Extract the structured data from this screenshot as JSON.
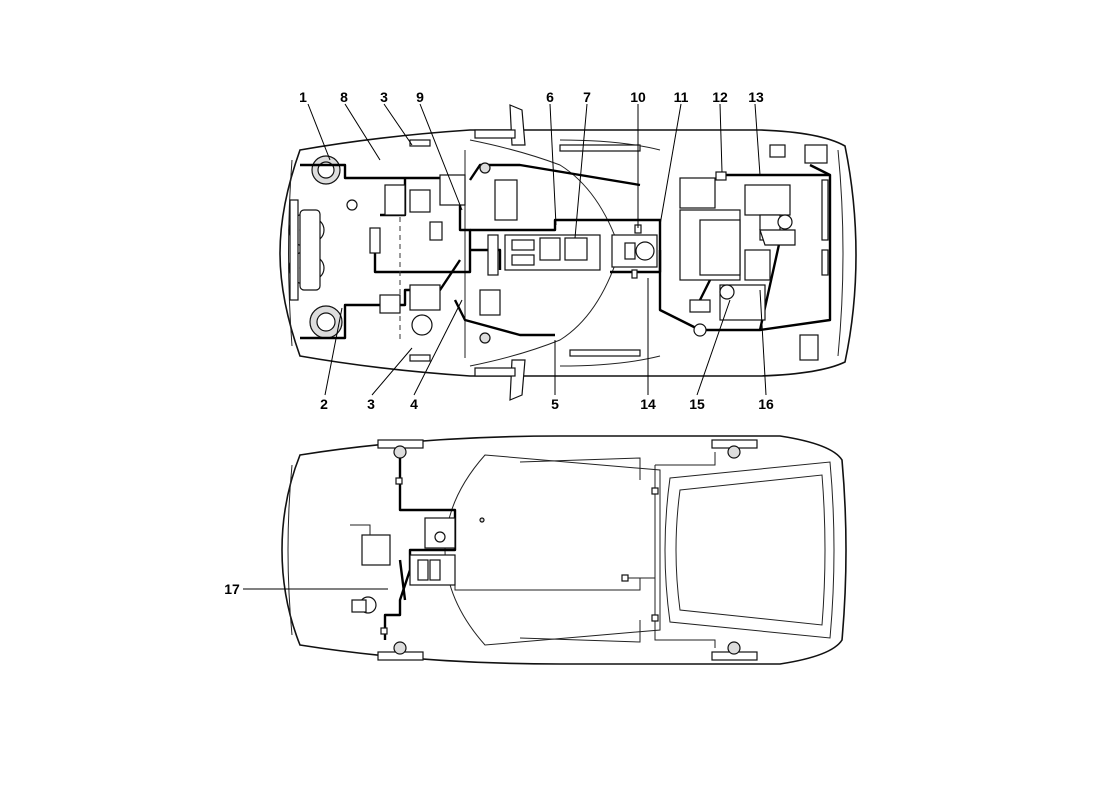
{
  "diagram": {
    "callouts": [
      {
        "id": "c1",
        "text": "1"
      },
      {
        "id": "c8",
        "text": "8"
      },
      {
        "id": "c3a",
        "text": "3"
      },
      {
        "id": "c9",
        "text": "9"
      },
      {
        "id": "c6",
        "text": "6"
      },
      {
        "id": "c7",
        "text": "7"
      },
      {
        "id": "c10",
        "text": "10"
      },
      {
        "id": "c11",
        "text": "11"
      },
      {
        "id": "c12",
        "text": "12"
      },
      {
        "id": "c13",
        "text": "13"
      },
      {
        "id": "c2",
        "text": "2"
      },
      {
        "id": "c3b",
        "text": "3"
      },
      {
        "id": "c4",
        "text": "4"
      },
      {
        "id": "c5",
        "text": "5"
      },
      {
        "id": "c14",
        "text": "14"
      },
      {
        "id": "c15",
        "text": "15"
      },
      {
        "id": "c16",
        "text": "16"
      },
      {
        "id": "c17",
        "text": "17"
      }
    ]
  }
}
